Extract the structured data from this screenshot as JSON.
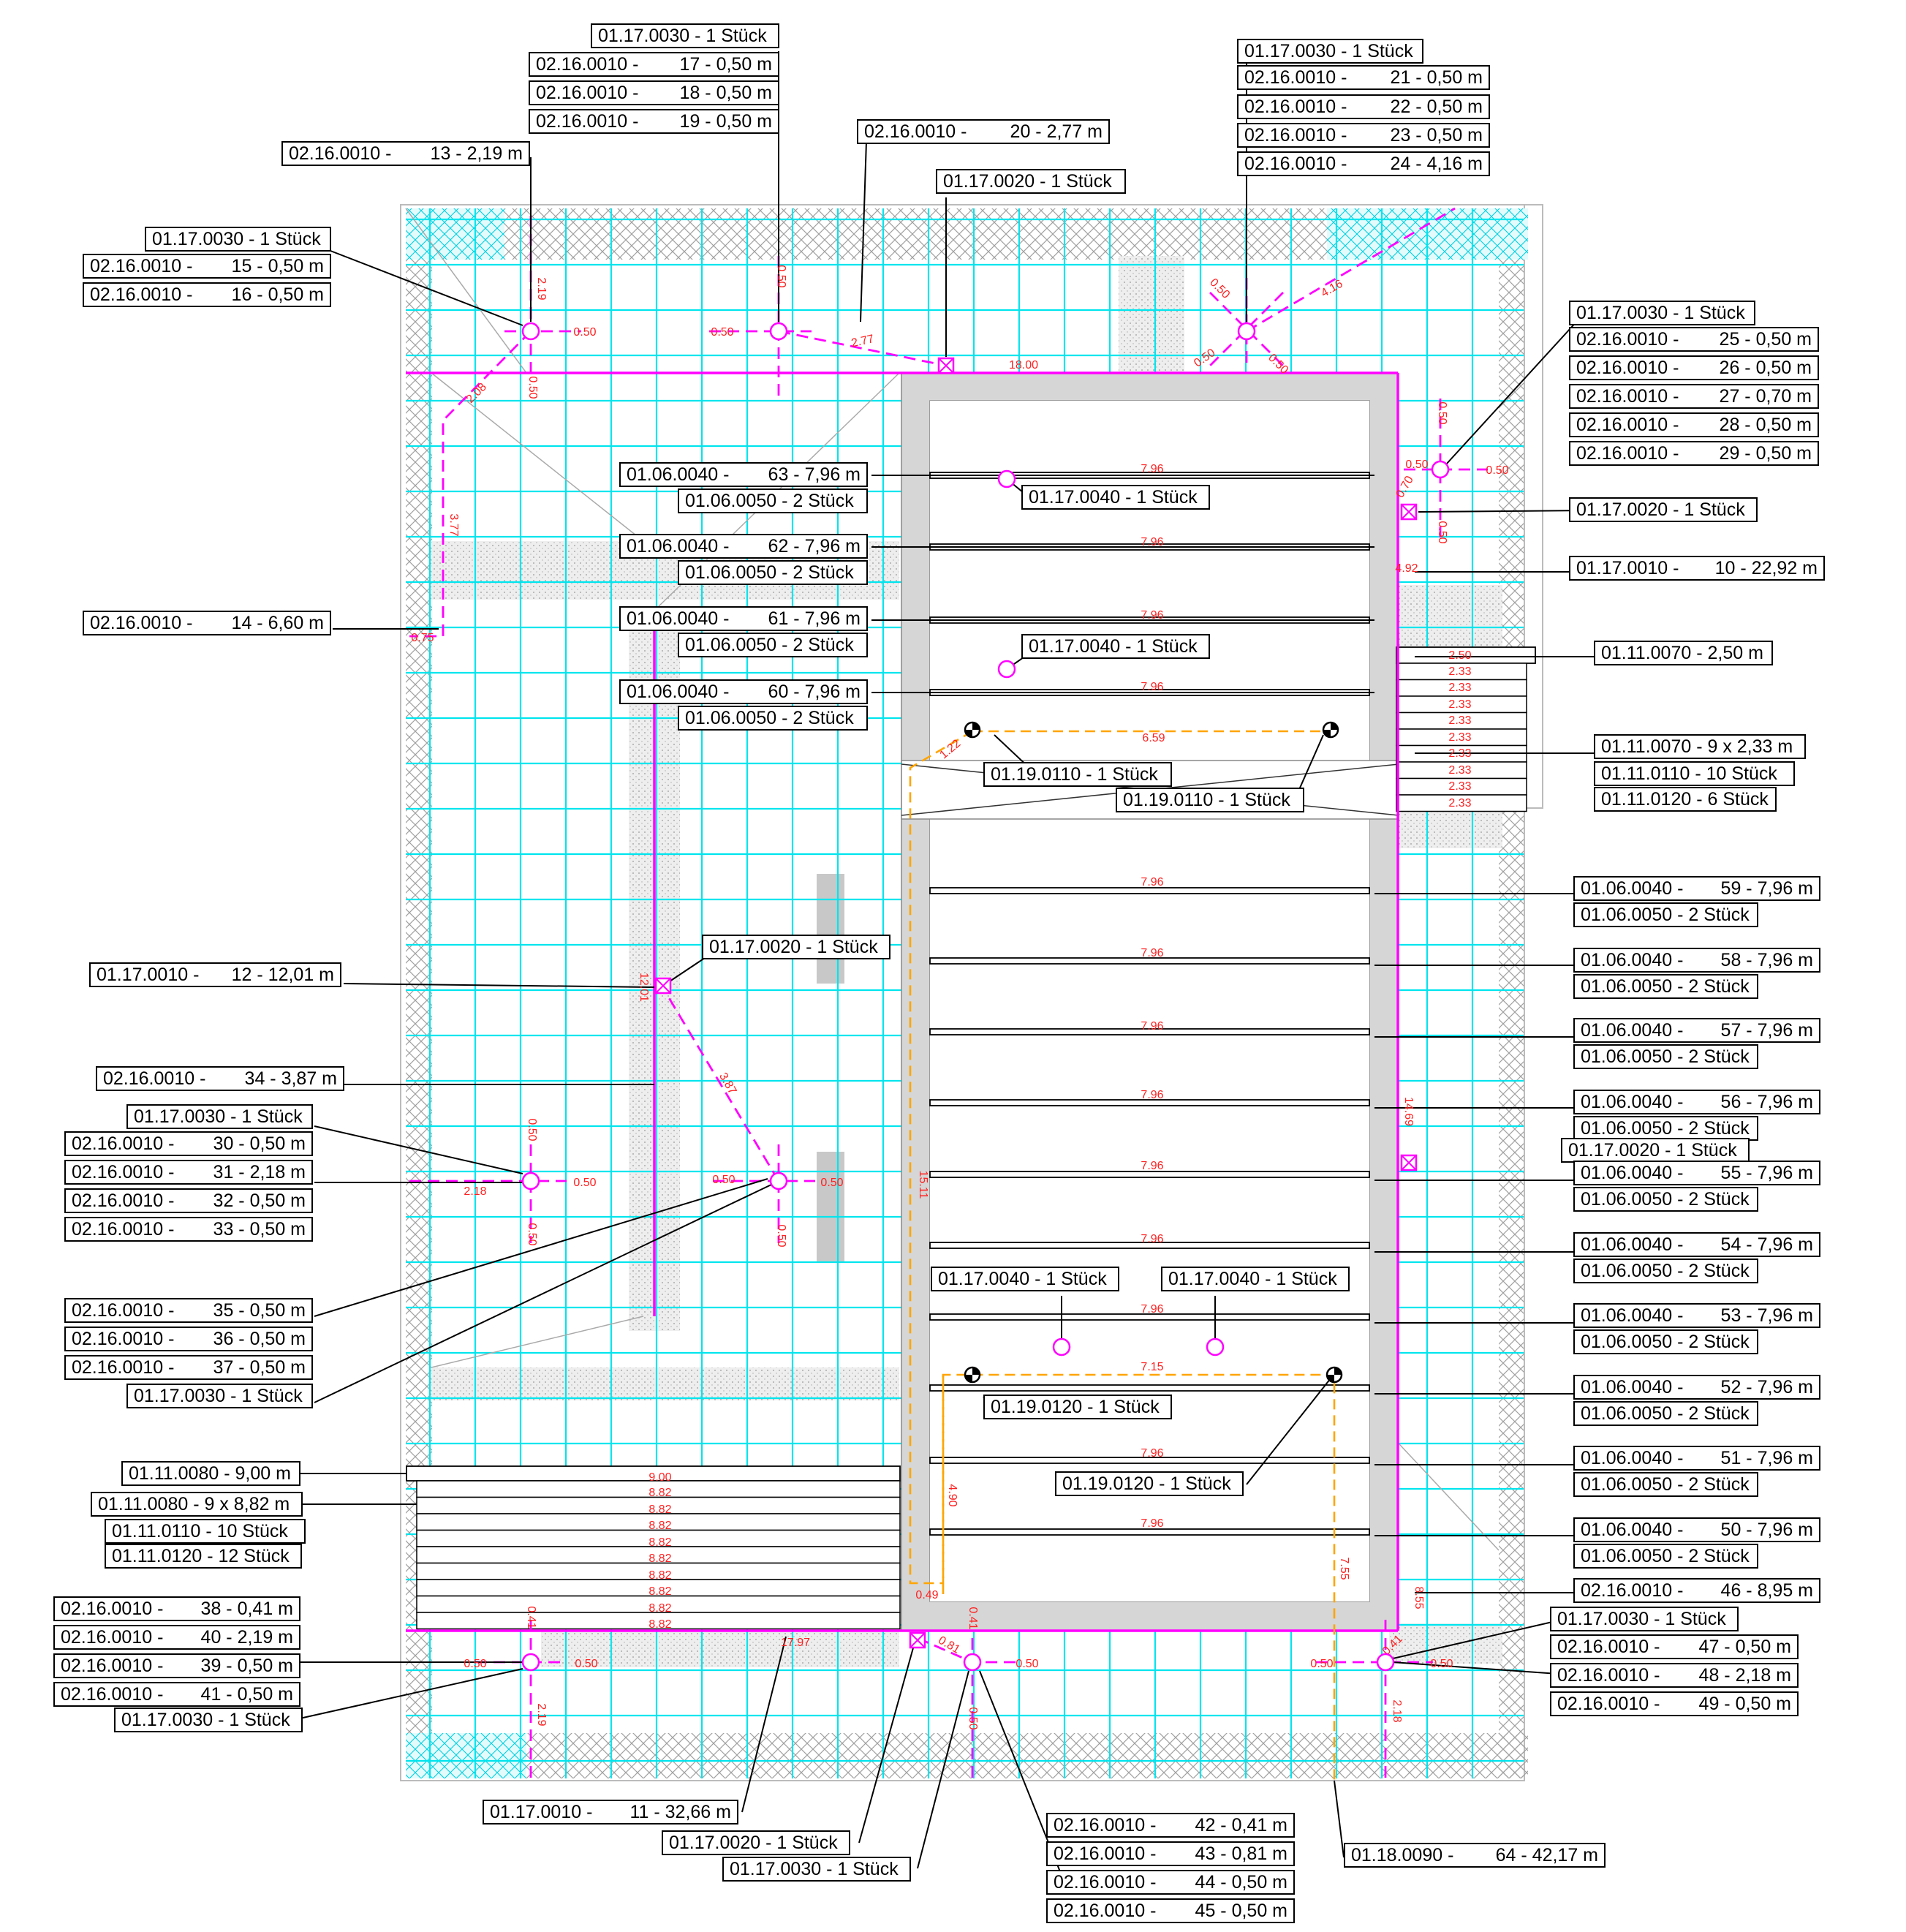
{
  "colors": {
    "grid": "#00e5ee",
    "pipe": "#ff00ff",
    "dim": "#ff2020",
    "orange": "#ffa500",
    "wall": "#d6d6d6",
    "hatch": "#9a9a9a",
    "black": "#000000"
  },
  "icons": {
    "drain": "circle-cross-icon",
    "outlet": "box-x-icon",
    "anchor": "quartered-circle-icon"
  },
  "dims": [
    {
      "id": "d-0",
      "text": "2.19"
    },
    {
      "id": "d-1",
      "text": "0.50"
    },
    {
      "id": "d-2",
      "text": "0.50"
    },
    {
      "id": "d-3",
      "text": "0.50"
    },
    {
      "id": "d-4",
      "text": "0.50"
    },
    {
      "id": "d-5",
      "text": "2.77"
    },
    {
      "id": "d-6",
      "text": "18.00"
    },
    {
      "id": "d-7",
      "text": "0.50"
    },
    {
      "id": "d-8",
      "text": "4.16"
    },
    {
      "id": "d-9",
      "text": "0.50"
    },
    {
      "id": "d-10",
      "text": "0.50"
    },
    {
      "id": "d-11",
      "text": "2.08"
    },
    {
      "id": "d-12",
      "text": "3.77"
    },
    {
      "id": "d-13",
      "text": "0.75"
    },
    {
      "id": "d-14",
      "text": "0.50"
    },
    {
      "id": "d-15",
      "text": "0.50"
    },
    {
      "id": "d-16",
      "text": "0.50"
    },
    {
      "id": "d-17",
      "text": "0.70"
    },
    {
      "id": "d-18",
      "text": "0.50"
    },
    {
      "id": "d-19",
      "text": "4.92"
    },
    {
      "id": "d-20",
      "text": "7.96"
    },
    {
      "id": "d-21",
      "text": "7.96"
    },
    {
      "id": "d-22",
      "text": "7.96"
    },
    {
      "id": "d-23",
      "text": "7.96"
    },
    {
      "id": "d-24",
      "text": "6.59"
    },
    {
      "id": "d-25",
      "text": "1.22"
    },
    {
      "id": "d-26",
      "text": "2.50"
    },
    {
      "id": "d-27",
      "text": "2.33"
    },
    {
      "id": "d-28",
      "text": "2.33"
    },
    {
      "id": "d-29",
      "text": "2.33"
    },
    {
      "id": "d-30",
      "text": "2.33"
    },
    {
      "id": "d-31",
      "text": "2.33"
    },
    {
      "id": "d-32",
      "text": "2.33"
    },
    {
      "id": "d-33",
      "text": "2.33"
    },
    {
      "id": "d-34",
      "text": "2.33"
    },
    {
      "id": "d-35",
      "text": "2.33"
    },
    {
      "id": "d-36",
      "text": "7.96"
    },
    {
      "id": "d-37",
      "text": "7.96"
    },
    {
      "id": "d-38",
      "text": "7.96"
    },
    {
      "id": "d-39",
      "text": "7.96"
    },
    {
      "id": "d-40",
      "text": "7.96"
    },
    {
      "id": "d-41",
      "text": "7.96"
    },
    {
      "id": "d-42",
      "text": "7.96"
    },
    {
      "id": "d-43",
      "text": "7.96"
    },
    {
      "id": "d-44",
      "text": "7.96"
    },
    {
      "id": "d-45",
      "text": "7.96"
    },
    {
      "id": "d-46",
      "text": "7.15"
    },
    {
      "id": "d-47",
      "text": "12.01"
    },
    {
      "id": "d-48",
      "text": "3.87"
    },
    {
      "id": "d-49",
      "text": "0.50"
    },
    {
      "id": "d-50",
      "text": "2.18"
    },
    {
      "id": "d-51",
      "text": "0.50"
    },
    {
      "id": "d-52",
      "text": "0.50"
    },
    {
      "id": "d-53",
      "text": "0.50"
    },
    {
      "id": "d-54",
      "text": "0.50"
    },
    {
      "id": "d-55",
      "text": "0.50"
    },
    {
      "id": "d-56",
      "text": "15.11"
    },
    {
      "id": "d-57",
      "text": "14.69"
    },
    {
      "id": "d-58",
      "text": "4.90"
    },
    {
      "id": "d-59",
      "text": "7.55"
    },
    {
      "id": "d-60",
      "text": "0.49"
    },
    {
      "id": "d-61",
      "text": "8.55"
    },
    {
      "id": "d-62",
      "text": "9.00"
    },
    {
      "id": "d-63",
      "text": "8.82"
    },
    {
      "id": "d-64",
      "text": "8.82"
    },
    {
      "id": "d-65",
      "text": "8.82"
    },
    {
      "id": "d-66",
      "text": "8.82"
    },
    {
      "id": "d-67",
      "text": "8.82"
    },
    {
      "id": "d-68",
      "text": "8.82"
    },
    {
      "id": "d-69",
      "text": "8.82"
    },
    {
      "id": "d-70",
      "text": "8.82"
    },
    {
      "id": "d-71",
      "text": "8.82"
    },
    {
      "id": "d-72",
      "text": "0.41"
    },
    {
      "id": "d-73",
      "text": "0.50"
    },
    {
      "id": "d-74",
      "text": "0.50"
    },
    {
      "id": "d-75",
      "text": "2.19"
    },
    {
      "id": "d-76",
      "text": "17.97"
    },
    {
      "id": "d-77",
      "text": "0.81"
    },
    {
      "id": "d-78",
      "text": "0.41"
    },
    {
      "id": "d-79",
      "text": "0.50"
    },
    {
      "id": "d-80",
      "text": "0.50"
    },
    {
      "id": "d-81",
      "text": "0.50"
    },
    {
      "id": "d-82",
      "text": "0.50"
    },
    {
      "id": "d-83",
      "text": "0.41"
    },
    {
      "id": "d-84",
      "text": "2.18"
    }
  ],
  "labels": [
    {
      "id": "l-0",
      "code": "01.17.0030 - 1 Stück",
      "val": ""
    },
    {
      "id": "l-1",
      "code": "02.16.0010 -",
      "val": "17 - 0,50 m"
    },
    {
      "id": "l-2",
      "code": "02.16.0010 -",
      "val": "18 - 0,50 m"
    },
    {
      "id": "l-3",
      "code": "02.16.0010 -",
      "val": "19 - 0,50 m"
    },
    {
      "id": "l-4",
      "code": "02.16.0010 -",
      "val": "13 - 2,19 m"
    },
    {
      "id": "l-5",
      "code": "02.16.0010 -",
      "val": "20 - 2,77 m"
    },
    {
      "id": "l-6",
      "code": "01.17.0020 - 1 Stück",
      "val": ""
    },
    {
      "id": "l-7",
      "code": "01.17.0030 - 1 Stück",
      "val": ""
    },
    {
      "id": "l-8",
      "code": "02.16.0010 -",
      "val": "21 - 0,50 m"
    },
    {
      "id": "l-9",
      "code": "02.16.0010 -",
      "val": "22 - 0,50 m"
    },
    {
      "id": "l-10",
      "code": "02.16.0010 -",
      "val": "23 - 0,50 m"
    },
    {
      "id": "l-11",
      "code": "02.16.0010 -",
      "val": "24 - 4,16 m"
    },
    {
      "id": "l-12",
      "code": "01.17.0030 - 1 Stück",
      "val": ""
    },
    {
      "id": "l-13",
      "code": "02.16.0010 -",
      "val": "15 - 0,50 m"
    },
    {
      "id": "l-14",
      "code": "02.16.0010 -",
      "val": "16 - 0,50 m"
    },
    {
      "id": "l-15",
      "code": "01.17.0030 - 1 Stück",
      "val": ""
    },
    {
      "id": "l-16",
      "code": "02.16.0010 -",
      "val": "25 - 0,50 m"
    },
    {
      "id": "l-17",
      "code": "02.16.0010 -",
      "val": "26 - 0,50 m"
    },
    {
      "id": "l-18",
      "code": "02.16.0010 -",
      "val": "27 - 0,70 m"
    },
    {
      "id": "l-19",
      "code": "02.16.0010 -",
      "val": "28 - 0,50 m"
    },
    {
      "id": "l-20",
      "code": "02.16.0010 -",
      "val": "29 - 0,50 m"
    },
    {
      "id": "l-21",
      "code": "01.06.0040 -",
      "val": "63 - 7,96 m"
    },
    {
      "id": "l-22",
      "code": "01.06.0050 - 2 Stück",
      "val": ""
    },
    {
      "id": "l-23",
      "code": "01.17.0040 - 1 Stück",
      "val": ""
    },
    {
      "id": "l-24",
      "code": "01.17.0020 - 1 Stück",
      "val": ""
    },
    {
      "id": "l-25",
      "code": "01.06.0040 -",
      "val": "62 - 7,96 m"
    },
    {
      "id": "l-26",
      "code": "01.06.0050 - 2 Stück",
      "val": ""
    },
    {
      "id": "l-27",
      "code": "01.17.0010 -",
      "val": "10 - 22,92 m"
    },
    {
      "id": "l-28",
      "code": "02.16.0010 -",
      "val": "14 - 6,60 m"
    },
    {
      "id": "l-29",
      "code": "01.06.0040 -",
      "val": "61 - 7,96 m"
    },
    {
      "id": "l-30",
      "code": "01.06.0050 - 2 Stück",
      "val": ""
    },
    {
      "id": "l-31",
      "code": "01.17.0040 - 1 Stück",
      "val": ""
    },
    {
      "id": "l-32",
      "code": "01.11.0070 - 2,50 m",
      "val": ""
    },
    {
      "id": "l-33",
      "code": "01.06.0040 -",
      "val": "60 - 7,96 m"
    },
    {
      "id": "l-34",
      "code": "01.06.0050 - 2 Stück",
      "val": ""
    },
    {
      "id": "l-35",
      "code": "01.11.0070 - 9 x 2,33 m",
      "val": ""
    },
    {
      "id": "l-36",
      "code": "01.19.0110 - 1 Stück",
      "val": ""
    },
    {
      "id": "l-37",
      "code": "01.11.0110 - 10 Stück",
      "val": ""
    },
    {
      "id": "l-38",
      "code": "01.19.0110 - 1 Stück",
      "val": ""
    },
    {
      "id": "l-39",
      "code": "01.11.0120 - 6 Stück",
      "val": ""
    },
    {
      "id": "l-40",
      "code": "01.06.0040 -",
      "val": "59 - 7,96 m"
    },
    {
      "id": "l-41",
      "code": "01.06.0050 - 2 Stück",
      "val": ""
    },
    {
      "id": "l-42",
      "code": "01.17.0020 - 1 Stück",
      "val": ""
    },
    {
      "id": "l-43",
      "code": "01.17.0010 -",
      "val": "12 - 12,01 m"
    },
    {
      "id": "l-44",
      "code": "01.06.0040 -",
      "val": "58 - 7,96 m"
    },
    {
      "id": "l-45",
      "code": "01.06.0050 - 2 Stück",
      "val": ""
    },
    {
      "id": "l-46",
      "code": "01.06.0040 -",
      "val": "57 - 7,96 m"
    },
    {
      "id": "l-47",
      "code": "01.06.0050 - 2 Stück",
      "val": ""
    },
    {
      "id": "l-48",
      "code": "02.16.0010 -",
      "val": "34 - 3,87 m"
    },
    {
      "id": "l-49",
      "code": "01.06.0040 -",
      "val": "56 - 7,96 m"
    },
    {
      "id": "l-50",
      "code": "01.17.0030 - 1 Stück",
      "val": ""
    },
    {
      "id": "l-51",
      "code": "01.06.0050 - 2 Stück",
      "val": ""
    },
    {
      "id": "l-52",
      "code": "02.16.0010 -",
      "val": "30 - 0,50 m"
    },
    {
      "id": "l-53",
      "code": "01.17.0020 - 1 Stück",
      "val": ""
    },
    {
      "id": "l-54",
      "code": "02.16.0010 -",
      "val": "31 - 2,18 m"
    },
    {
      "id": "l-55",
      "code": "01.06.0040 -",
      "val": "55 - 7,96 m"
    },
    {
      "id": "l-56",
      "code": "02.16.0010 -",
      "val": "32 - 0,50 m"
    },
    {
      "id": "l-57",
      "code": "01.06.0050 - 2 Stück",
      "val": ""
    },
    {
      "id": "l-58",
      "code": "02.16.0010 -",
      "val": "33 - 0,50 m"
    },
    {
      "id": "l-59",
      "code": "01.06.0040 -",
      "val": "54 - 7,96 m"
    },
    {
      "id": "l-60",
      "code": "01.06.0050 - 2 Stück",
      "val": ""
    },
    {
      "id": "l-61",
      "code": "01.17.0040 - 1 Stück",
      "val": ""
    },
    {
      "id": "l-62",
      "code": "01.17.0040 - 1 Stück",
      "val": ""
    },
    {
      "id": "l-63",
      "code": "02.16.0010 -",
      "val": "35 - 0,50 m"
    },
    {
      "id": "l-64",
      "code": "01.06.0040 -",
      "val": "53 - 7,96 m"
    },
    {
      "id": "l-65",
      "code": "02.16.0010 -",
      "val": "36 - 0,50 m"
    },
    {
      "id": "l-66",
      "code": "01.06.0050 - 2 Stück",
      "val": ""
    },
    {
      "id": "l-67",
      "code": "02.16.0010 -",
      "val": "37 - 0,50 m"
    },
    {
      "id": "l-68",
      "code": "01.06.0040 -",
      "val": "52 - 7,96 m"
    },
    {
      "id": "l-69",
      "code": "01.17.0030 - 1 Stück",
      "val": ""
    },
    {
      "id": "l-70",
      "code": "01.19.0120 - 1 Stück",
      "val": ""
    },
    {
      "id": "l-71",
      "code": "01.06.0050 - 2 Stück",
      "val": ""
    },
    {
      "id": "l-72",
      "code": "01.06.0040 -",
      "val": "51 - 7,96 m"
    },
    {
      "id": "l-73",
      "code": "01.11.0080 - 9,00 m",
      "val": ""
    },
    {
      "id": "l-74",
      "code": "01.19.0120 - 1 Stück",
      "val": ""
    },
    {
      "id": "l-75",
      "code": "01.06.0050 - 2 Stück",
      "val": ""
    },
    {
      "id": "l-76",
      "code": "01.11.0080 - 9 x 8,82 m",
      "val": ""
    },
    {
      "id": "l-77",
      "code": "01.11.0110 - 10 Stück",
      "val": ""
    },
    {
      "id": "l-78",
      "code": "01.06.0040 -",
      "val": "50 - 7,96 m"
    },
    {
      "id": "l-79",
      "code": "01.11.0120 - 12 Stück",
      "val": ""
    },
    {
      "id": "l-80",
      "code": "01.06.0050 - 2 Stück",
      "val": ""
    },
    {
      "id": "l-81",
      "code": "02.16.0010 -",
      "val": "46 - 8,95 m"
    },
    {
      "id": "l-82",
      "code": "02.16.0010 -",
      "val": "38 - 0,41 m"
    },
    {
      "id": "l-83",
      "code": "01.17.0030 - 1 Stück",
      "val": ""
    },
    {
      "id": "l-84",
      "code": "02.16.0010 -",
      "val": "40 - 2,19 m"
    },
    {
      "id": "l-85",
      "code": "02.16.0010 -",
      "val": "47 - 0,50 m"
    },
    {
      "id": "l-86",
      "code": "02.16.0010 -",
      "val": "39 - 0,50 m"
    },
    {
      "id": "l-87",
      "code": "02.16.0010 -",
      "val": "48 - 2,18 m"
    },
    {
      "id": "l-88",
      "code": "02.16.0010 -",
      "val": "41 - 0,50 m"
    },
    {
      "id": "l-89",
      "code": "02.16.0010 -",
      "val": "49 - 0,50 m"
    },
    {
      "id": "l-90",
      "code": "01.17.0030 - 1 Stück",
      "val": ""
    },
    {
      "id": "l-91",
      "code": "01.17.0010 -",
      "val": "11 - 32,66 m"
    },
    {
      "id": "l-92",
      "code": "02.16.0010 -",
      "val": "42 - 0,41 m"
    },
    {
      "id": "l-93",
      "code": "01.17.0020 - 1 Stück",
      "val": ""
    },
    {
      "id": "l-94",
      "code": "02.16.0010 -",
      "val": "43 - 0,81 m"
    },
    {
      "id": "l-95",
      "code": "01.17.0030 - 1 Stück",
      "val": ""
    },
    {
      "id": "l-96",
      "code": "01.18.0090 -",
      "val": "64 - 42,17 m"
    },
    {
      "id": "l-97",
      "code": "02.16.0010 -",
      "val": "44 - 0,50 m"
    },
    {
      "id": "l-98",
      "code": "02.16.0010 -",
      "val": "45 - 0,50 m"
    }
  ]
}
